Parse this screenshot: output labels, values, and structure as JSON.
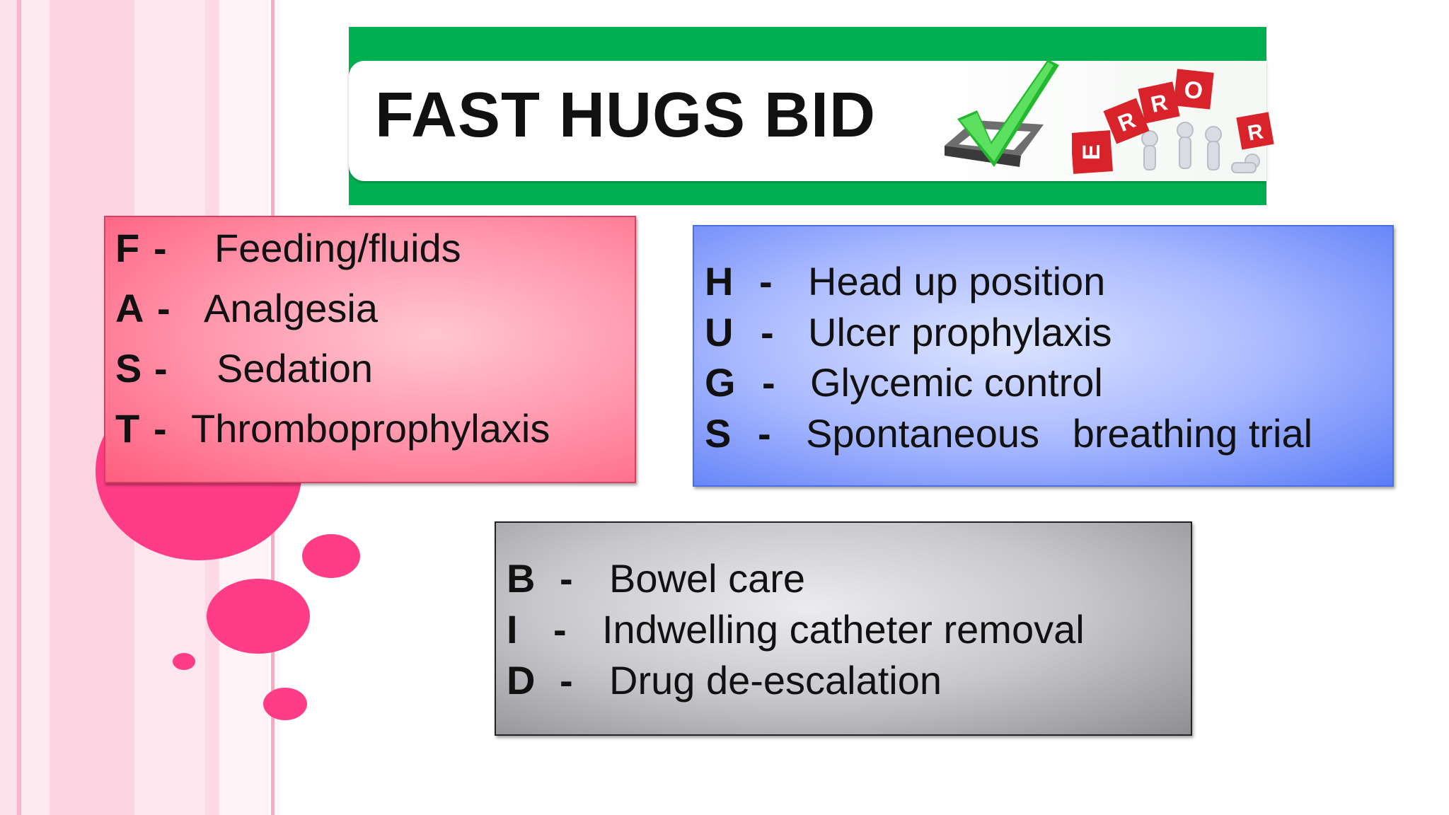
{
  "title": "FAST HUGS BID",
  "colors": {
    "banner_green": "#00b050",
    "fast_box": "#ff7a96",
    "hugs_box": "#8ea4ff",
    "bid_box": "#b4b4b8",
    "circle_pink": "#ff3d86"
  },
  "fast": [
    {
      "letter": "F",
      "dash": "-",
      "term": "Feeding/fluids"
    },
    {
      "letter": "A",
      "dash": "-",
      "term": "Analgesia"
    },
    {
      "letter": "S",
      "dash": "-",
      "term": "Sedation"
    },
    {
      "letter": "T",
      "dash": "-",
      "term": "Thromboprophylaxis"
    }
  ],
  "hugs": [
    {
      "letter": "H",
      "dash": "-",
      "term": "Head up position"
    },
    {
      "letter": "U",
      "dash": "-",
      "term": "Ulcer prophylaxis"
    },
    {
      "letter": "G",
      "dash": "-",
      "term": "Glycemic control"
    },
    {
      "letter": "S",
      "dash": "-",
      "term": "Spontaneous   breathing trial"
    }
  ],
  "bid": [
    {
      "letter": "B",
      "dash": "-",
      "term": "Bowel care"
    },
    {
      "letter": "I",
      "dash": "-",
      "term": "Indwelling catheter removal"
    },
    {
      "letter": "D",
      "dash": "-",
      "term": "Drug de-escalation"
    }
  ],
  "icons": {
    "checkmark": "checkmark-icon",
    "error_blocks": "error-blocks-icon"
  },
  "error_letters": [
    "E",
    "R",
    "R",
    "O",
    "R"
  ]
}
